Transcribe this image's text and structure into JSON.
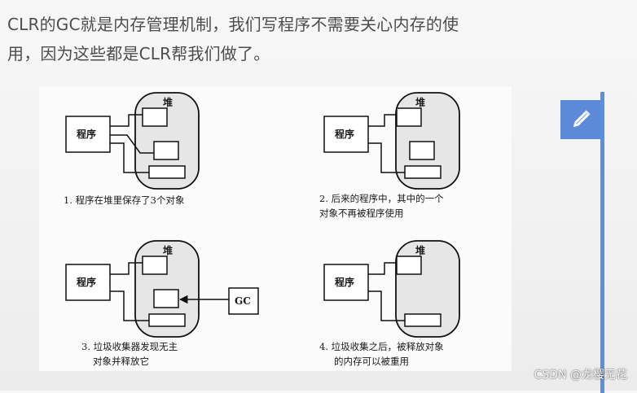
{
  "intro": {
    "line1": "CLR的GC就是内存管理机制，我们写程序不需要关心内存的使",
    "line2": "用，因为这些都是CLR帮我们做了。"
  },
  "diagram": {
    "heap_label": "堆",
    "program_label": "程序",
    "gc_label": "GC",
    "panels": [
      {
        "caption_lines": [
          "1. 程序在堆里保存了3个对象"
        ]
      },
      {
        "caption_lines": [
          "2. 后来的程序中，其中的一个",
          "对象不再被程序使用"
        ]
      },
      {
        "caption_lines": [
          "3. 垃圾收集器发现无主",
          "对象并释放它"
        ]
      },
      {
        "caption_lines": [
          "4. 垃圾收集之后，被释放对象",
          "的内存可以被重用"
        ]
      }
    ]
  },
  "sidebar": {
    "edit_icon": "pencil-icon",
    "accent_color": "#5b8fdf"
  },
  "watermark": "CSDN @龙樱无花"
}
